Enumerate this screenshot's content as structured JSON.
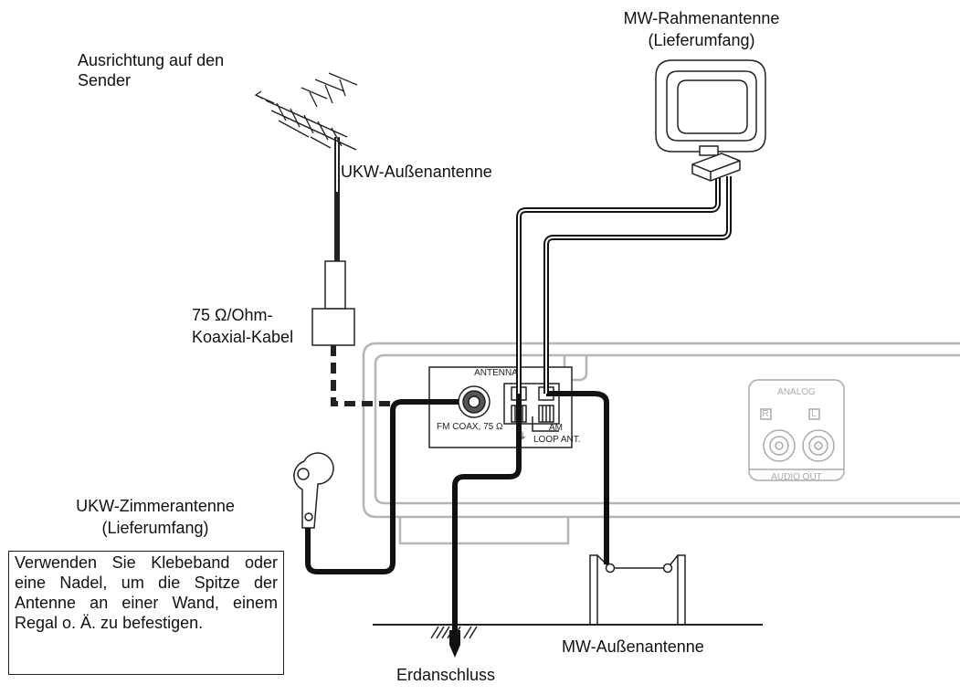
{
  "labels": {
    "orientation": "Ausrichtung auf den\nSender",
    "outdoor_fm": "UKW-Außenantenne",
    "coax_line1": "75 Ω/Ohm-",
    "coax_line2": "Koaxial-Kabel",
    "mw_loop_line1": "MW-Rahmenantenne",
    "mw_loop_line2": "(Lieferumfang)",
    "fm_indoor_line1": "UKW-Zimmerantenne",
    "fm_indoor_line2": "(Lieferumfang)",
    "mw_outdoor": "MW-Außenantenne",
    "ground": "Erdanschluss",
    "note": "Verwenden Sie Klebeband oder eine Nadel, um die Spitze der Antenne an einer Wand, einem Regal o. Ä. zu befestigen."
  },
  "panel": {
    "antenna": "ANTENNA",
    "fm_coax": "FM COAX, 75 Ω",
    "am": "AM",
    "loop_ant": "LOOP ANT.",
    "analog": "ANALOG",
    "r": "R",
    "l": "L",
    "audio_out": "AUDIO OUT"
  }
}
